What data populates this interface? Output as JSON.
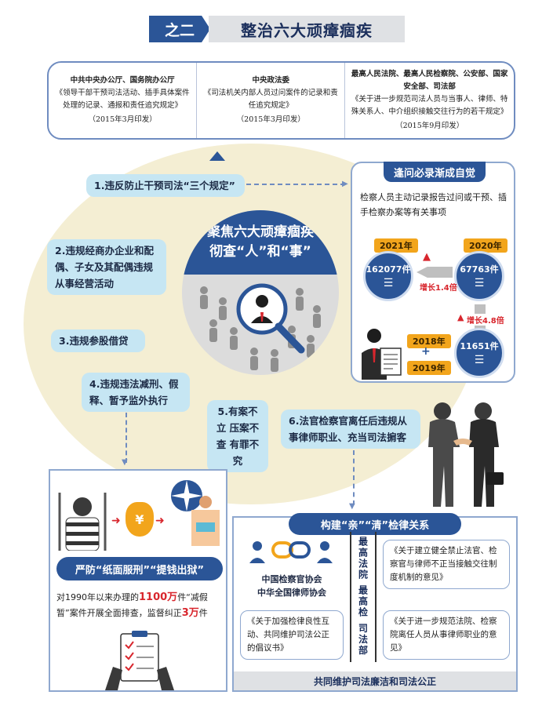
{
  "header": {
    "tag": "之二",
    "title": "整治六大顽瘴痼疾"
  },
  "regulations": [
    {
      "issuer": "中共中央办公厅、国务院办公厅",
      "name": "《领导干部干预司法活动、插手具体案件处理的记录、通报和责任追究规定》",
      "date": "（2015年3月印发）"
    },
    {
      "issuer": "中央政法委",
      "name": "《司法机关内部人员过问案件的记录和责任追究规定》",
      "date": "（2015年3月印发）"
    },
    {
      "issuer": "最高人民法院、最高人民检察院、公安部、国家安全部、司法部",
      "name": "《关于进一步规范司法人员与当事人、律师、特殊关系人、中介组织接触交往行为的若干规定》",
      "date": "（2015年9月印发）"
    }
  ],
  "hub": {
    "line1": "聚焦六大顽瘴痼疾",
    "line2": "彻查“人”和“事”"
  },
  "problems": [
    "1.违反防止干预司法“三个规定”",
    "2.违规经商办企业和配偶、子女及其配偶违规从事经营活动",
    "3.违规参股借贷",
    "4.违规违法减刑、假释、暂予监外执行",
    "5.有案不立 压案不查 有罪不究",
    "6.法官检察官离任后违规从事律师职业、充当司法掮客"
  ],
  "panel": {
    "title": "逢问必录渐成自觉",
    "desc": "检察人员主动记录报告过问或干预、插手检察办案等有关事项",
    "stats": [
      {
        "year": "2021年",
        "value": "162077",
        "unit": "件"
      },
      {
        "year": "2020年",
        "value": "67763",
        "unit": "件"
      },
      {
        "year": "2018年",
        "year2": "2019年",
        "value": "11651",
        "unit": "件"
      }
    ],
    "growth": [
      {
        "label": "增长1.4倍"
      },
      {
        "label": "增长4.8倍"
      }
    ],
    "plus": "+"
  },
  "left_box": {
    "title": "严防“纸面服刑”“提钱出狱”",
    "text_pre": "对1990年以来办理的",
    "num1": "1100万",
    "text_mid": "件“减假暂”案件开展全面排查，监督纠正",
    "num2": "3万",
    "text_post": "件",
    "yen": "¥"
  },
  "right_box": {
    "title": "构建“亲”“清”检律关系",
    "assoc": [
      "中国检察官协会",
      "中华全国律师协会"
    ],
    "proposal": "《关于加强检律良性互动、共同维护司法公正的倡议书》",
    "authority": "最高法院 最高检 司法部",
    "docs": [
      "《关于建立健全禁止法官、检察官与律师不正当接触交往制度机制的意见》",
      "《关于进一步规范法院、检察院离任人员从事律师职业的意见》"
    ],
    "footer": "共同维护司法廉洁和司法公正"
  },
  "colors": {
    "navy": "#2b5597",
    "light_blue": "#c6e6f3",
    "cream": "#f4eed3",
    "orange": "#f2a51c",
    "red": "#d8262d"
  }
}
